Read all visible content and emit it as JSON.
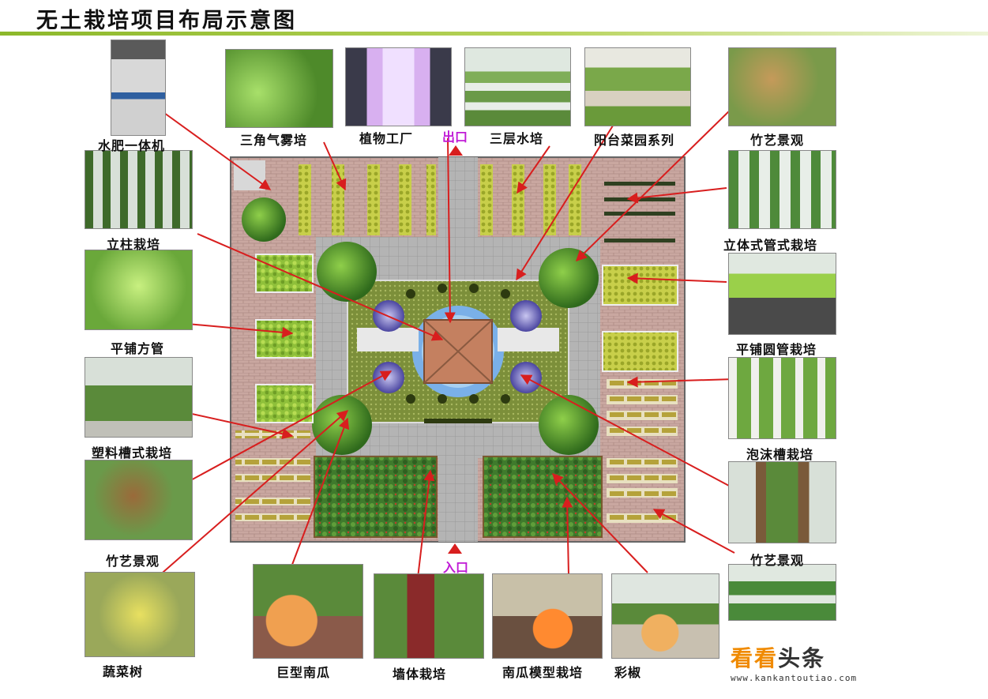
{
  "title": "无土栽培项目布局示意图",
  "markers": {
    "exit": "出口",
    "entrance": "入口"
  },
  "labels": {
    "shuifei": "水肥一体机",
    "sanjiao": "三角气雾培",
    "zhiwu": "植物工厂",
    "sanceng": "三层水培",
    "yangtai": "阳台菜园系列",
    "zhuyi_top": "竹艺景观",
    "lizhu": "立柱栽培",
    "liti": "立体式管式栽培",
    "pingpu_fang": "平铺方管",
    "pingpu_yuan": "平铺圆管栽培",
    "suliao": "塑料槽式栽培",
    "paomo": "泡沫槽栽培",
    "zhuyi_left": "竹艺景观",
    "zhuyi_right": "竹艺景观",
    "shucai": "蔬菜树",
    "juxing": "巨型南瓜",
    "qiangti": "墙体栽培",
    "nangua": "南瓜模型栽培",
    "caijiao": "彩椒"
  },
  "watermark": {
    "brand_a": "看看",
    "brand_b": "头条",
    "url": "www.kankantoutiao.com"
  },
  "colors": {
    "accent_bar": "#8cb82a",
    "arrow": "#d81e1e",
    "marker": "#c01ad6",
    "watermark": "#f08a00"
  }
}
